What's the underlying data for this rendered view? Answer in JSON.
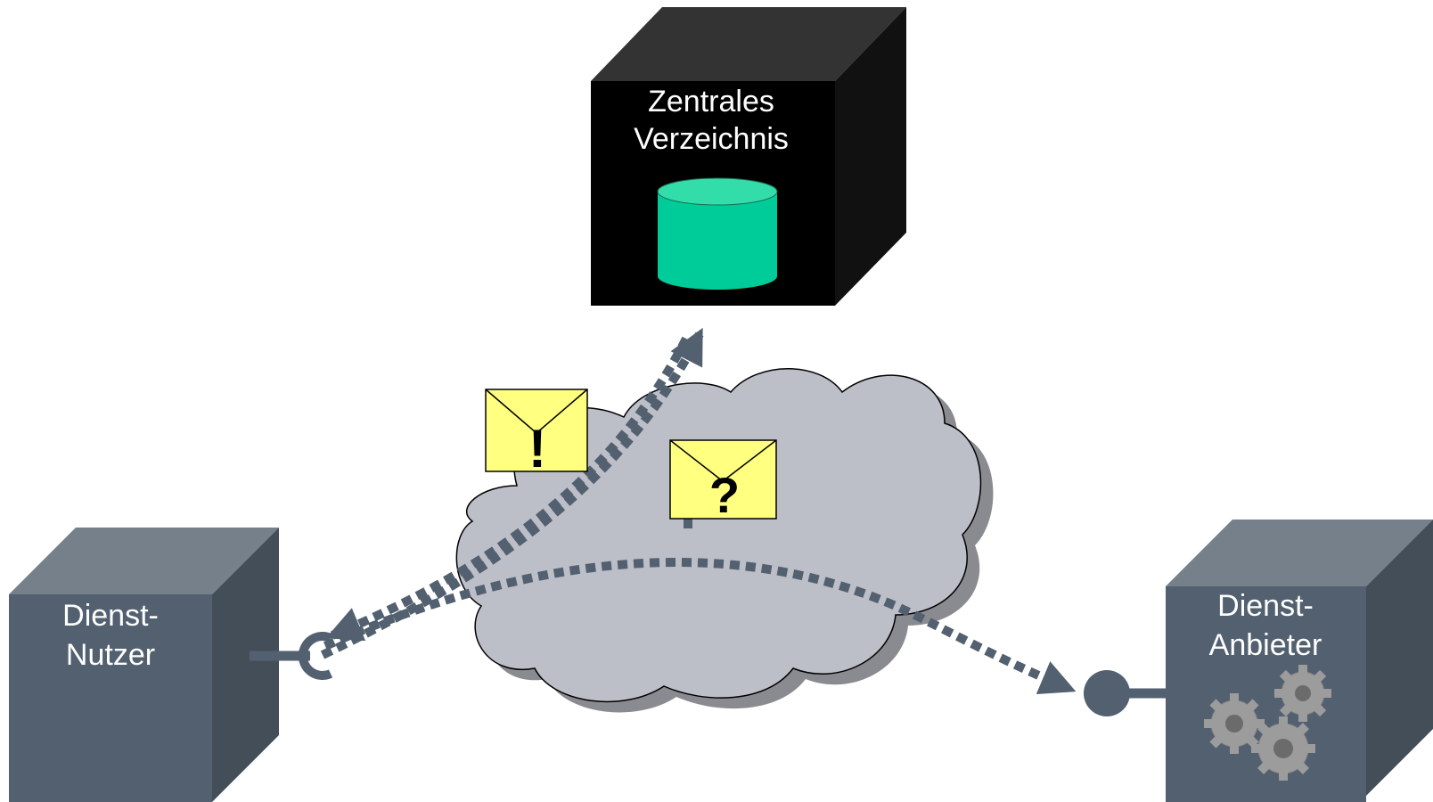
{
  "nodes": {
    "directory": {
      "line1": "Zentrales",
      "line2": "Verzeichnis",
      "front_color": "#000000",
      "top_color": "#333333",
      "side_color": "#111111"
    },
    "consumer": {
      "line1": "Dienst-",
      "line2": "Nutzer",
      "front_color": "#526070",
      "top_color": "#76808b",
      "side_color": "#444e59"
    },
    "provider": {
      "line1": "Dienst-",
      "line2": "Anbieter",
      "front_color": "#526070",
      "top_color": "#76808b",
      "side_color": "#444e59"
    }
  },
  "messages": {
    "publish": {
      "symbol": "!"
    },
    "query": {
      "symbol": "?"
    }
  },
  "colors": {
    "cloud": "#bcbec8",
    "cloud_shadow": "#8a8b90",
    "envelope": "#ffff80",
    "database": "#00cc99",
    "database_top": "#33ddaa",
    "arrows": "#526070",
    "gear": "#999999"
  }
}
